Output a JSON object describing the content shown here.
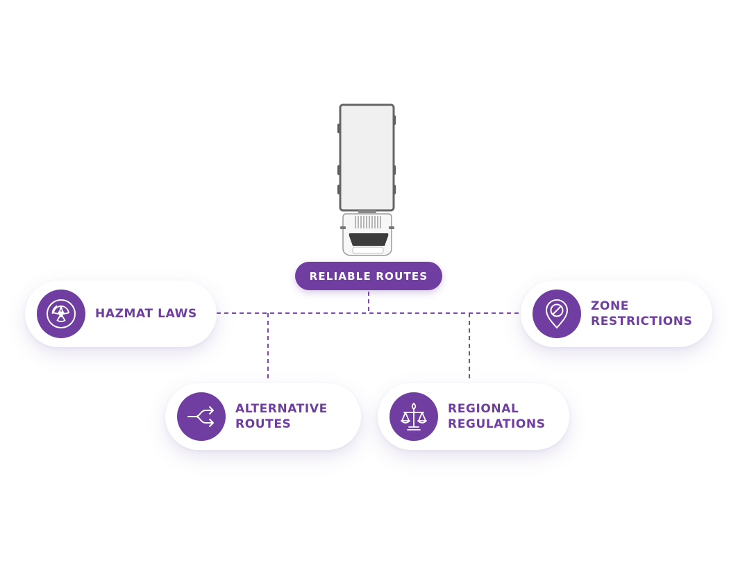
{
  "center": {
    "label": "RELIABLE ROUTES"
  },
  "nodes": [
    {
      "id": "hazmat",
      "label": "HAZMAT LAWS",
      "icon": "radiation-icon"
    },
    {
      "id": "zone",
      "label": "ZONE\nRESTRICTIONS",
      "icon": "no-entry-pin-icon"
    },
    {
      "id": "alternative",
      "label": "ALTERNATIVE\nROUTES",
      "icon": "split-arrows-icon"
    },
    {
      "id": "regional",
      "label": "REGIONAL\nREGULATIONS",
      "icon": "scales-icon"
    }
  ],
  "colors": {
    "accent": "#6f3ea0",
    "connector": "#7b4aaa",
    "card": "#ffffff"
  }
}
